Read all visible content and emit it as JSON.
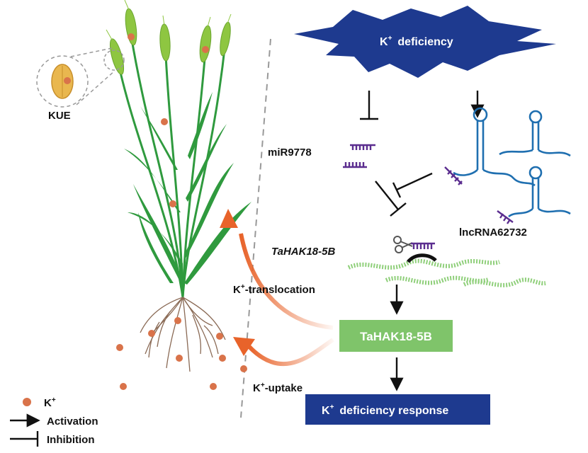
{
  "labels": {
    "kue": "KUE",
    "k_deficiency": "K",
    "k_deficiency_sup": "+",
    "k_deficiency_rest": "deficiency",
    "mirna": "miR9778",
    "lncrna": "lncRNA62732",
    "gene": "TaHAK18-5B",
    "protein": "TaHAK18-5B",
    "translocation": "K",
    "translocation_sup": "+",
    "translocation_rest": "-translocation",
    "uptake": "K",
    "uptake_sup": "+",
    "uptake_rest": "-uptake",
    "response": "K",
    "response_sup": "+",
    "response_rest": "deficiency response"
  },
  "legend": {
    "k_ion": "K",
    "k_ion_sup": "+",
    "activation": "Activation",
    "inhibition": "Inhibition"
  },
  "colors": {
    "deficiency_star": "#1e3a8f",
    "response_box": "#1e3a8f",
    "protein_box": "#7fc46a",
    "ion_dot": "#d9734a",
    "mirna": "#5b2d8f",
    "lncrna": "#1f6fb0",
    "mrna": "#8fcf7a",
    "orange_arrow": "#e8632a",
    "plant_green": "#2f9a3e",
    "ear_green": "#8ec641"
  }
}
